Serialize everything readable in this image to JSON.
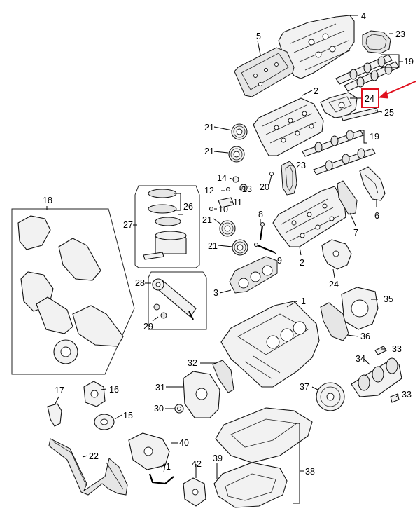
{
  "diagram": {
    "highlighted_part": "24",
    "highlight_color": "#e0101e",
    "callouts": [
      {
        "id": "c1",
        "label": "1"
      },
      {
        "id": "c2a",
        "label": "2"
      },
      {
        "id": "c2b",
        "label": "2"
      },
      {
        "id": "c3",
        "label": "3"
      },
      {
        "id": "c4",
        "label": "4"
      },
      {
        "id": "c5",
        "label": "5"
      },
      {
        "id": "c6",
        "label": "6"
      },
      {
        "id": "c7",
        "label": "7"
      },
      {
        "id": "c8",
        "label": "8"
      },
      {
        "id": "c9",
        "label": "9"
      },
      {
        "id": "c10",
        "label": "10"
      },
      {
        "id": "c11",
        "label": "11"
      },
      {
        "id": "c12",
        "label": "12"
      },
      {
        "id": "c13",
        "label": "13"
      },
      {
        "id": "c14",
        "label": "14"
      },
      {
        "id": "c15",
        "label": "15"
      },
      {
        "id": "c16",
        "label": "16"
      },
      {
        "id": "c17",
        "label": "17"
      },
      {
        "id": "c18",
        "label": "18"
      },
      {
        "id": "c19a",
        "label": "19"
      },
      {
        "id": "c19b",
        "label": "19"
      },
      {
        "id": "c20",
        "label": "20"
      },
      {
        "id": "c21a",
        "label": "21"
      },
      {
        "id": "c21b",
        "label": "21"
      },
      {
        "id": "c21c",
        "label": "21"
      },
      {
        "id": "c21d",
        "label": "21"
      },
      {
        "id": "c22",
        "label": "22"
      },
      {
        "id": "c23a",
        "label": "23"
      },
      {
        "id": "c23b",
        "label": "23"
      },
      {
        "id": "c24a",
        "label": "24"
      },
      {
        "id": "c24b",
        "label": "24"
      },
      {
        "id": "c25",
        "label": "25"
      },
      {
        "id": "c26",
        "label": "26"
      },
      {
        "id": "c27",
        "label": "27"
      },
      {
        "id": "c28",
        "label": "28"
      },
      {
        "id": "c29",
        "label": "29"
      },
      {
        "id": "c30",
        "label": "30"
      },
      {
        "id": "c31",
        "label": "31"
      },
      {
        "id": "c32",
        "label": "32"
      },
      {
        "id": "c33a",
        "label": "33"
      },
      {
        "id": "c33b",
        "label": "33"
      },
      {
        "id": "c34",
        "label": "34"
      },
      {
        "id": "c35",
        "label": "35"
      },
      {
        "id": "c36",
        "label": "36"
      },
      {
        "id": "c37",
        "label": "37"
      },
      {
        "id": "c38",
        "label": "38"
      },
      {
        "id": "c39",
        "label": "39"
      },
      {
        "id": "c40",
        "label": "40"
      },
      {
        "id": "c41",
        "label": "41"
      },
      {
        "id": "c42",
        "label": "42"
      }
    ]
  }
}
